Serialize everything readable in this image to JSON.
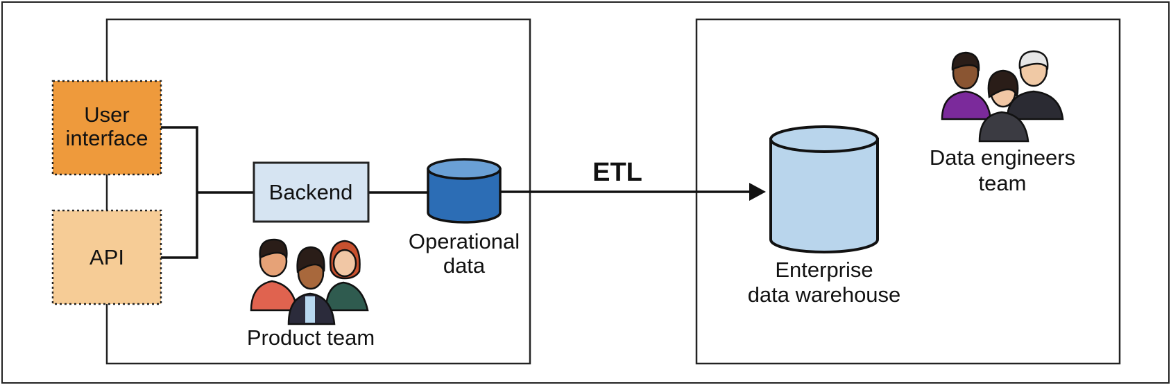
{
  "left_group": {
    "user_interface": {
      "line1": "User",
      "line2": "interface",
      "fill": "#ee9a3c"
    },
    "api": {
      "label": "API",
      "fill": "#f6cc96"
    },
    "backend": {
      "label": "Backend",
      "fill": "#d6e4f2"
    },
    "operational_db": {
      "line1": "Operational",
      "line2": "data",
      "fill": "#2c6db5"
    },
    "product_team": {
      "label": "Product team",
      "icon": "people-group-icon"
    }
  },
  "connector": {
    "label": "ETL"
  },
  "right_group": {
    "warehouse": {
      "line1": "Enterprise",
      "line2": "data warehouse",
      "fill": "#b9d5ec"
    },
    "data_engineers": {
      "line1": "Data engineers",
      "line2": "team",
      "icon": "people-group-icon"
    }
  }
}
